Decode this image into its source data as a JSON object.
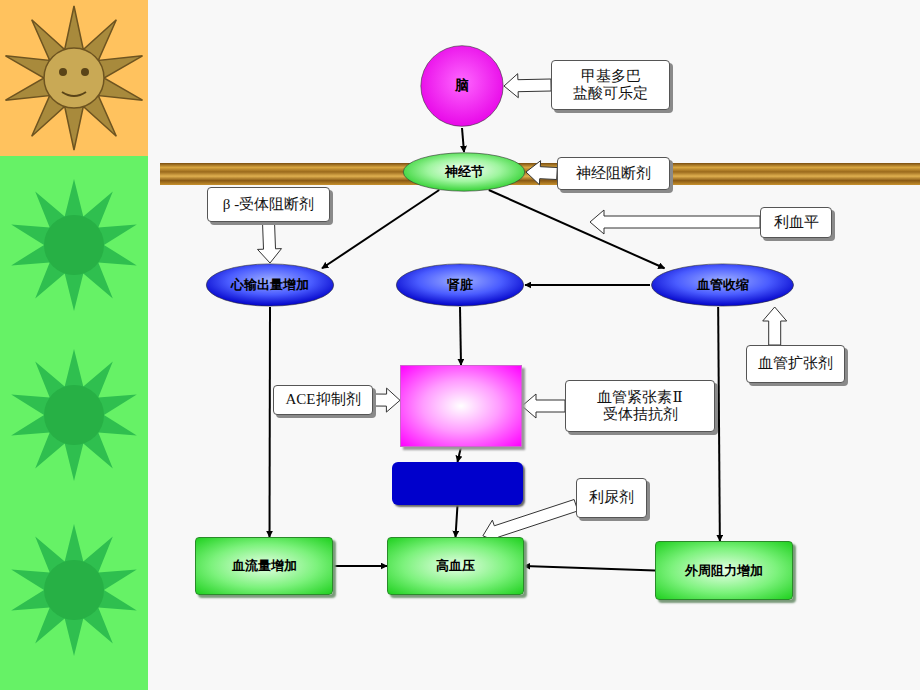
{
  "diagram": {
    "nodes": [
      {
        "text": [
          "脑"
        ]
      },
      {
        "text": [
          "甲基多巴 盐酸可乐定"
        ]
      },
      {
        "text": [
          "神经节"
        ]
      },
      {
        "text": [
          "神经阻断剂"
        ]
      },
      {
        "text": [
          "β -受体阻断剂"
        ]
      },
      {
        "text": [
          "利血平"
        ]
      },
      {
        "text": [
          "心输出量增加"
        ]
      },
      {
        "text": [
          "肾脏"
        ]
      },
      {
        "text": [
          "血管收缩"
        ]
      },
      {
        "text": [
          "血管扩张剂"
        ]
      },
      {
        "text": [
          "ACE抑制剂"
        ]
      },
      {
        "text": []
      },
      {
        "text": [
          "血管紧张素Ⅱ 受体拮抗剂"
        ]
      },
      {
        "text": []
      },
      {
        "text": [
          "利尿剂"
        ]
      },
      {
        "text": [
          "血流量增加"
        ]
      },
      {
        "text": [
          "高血压"
        ]
      },
      {
        "text": [
          "外周阻力增加"
        ]
      }
    ],
    "edges": [
      {
        "from": 1,
        "to": 0,
        "arrow": "to"
      },
      {
        "from": 0,
        "to": 2,
        "arrow": "to"
      },
      {
        "from": 3,
        "to": 2,
        "arrow": "to"
      },
      {
        "from": 2,
        "to": 6,
        "arrow": "to"
      },
      {
        "from": 2,
        "to": 8,
        "arrow": "to"
      },
      {
        "from": 4,
        "to": 6,
        "arrow": "to"
      },
      {
        "from": 8,
        "to": 7,
        "arrow": "to"
      },
      {
        "from": 9,
        "to": 8,
        "arrow": "to"
      },
      {
        "from": 6,
        "to": 15,
        "arrow": "to"
      },
      {
        "from": 7,
        "to": 11,
        "arrow": "to"
      },
      {
        "from": 10,
        "to": 11,
        "arrow": "to"
      },
      {
        "from": 12,
        "to": 11,
        "arrow": "to"
      },
      {
        "from": 11,
        "to": 13,
        "arrow": "to"
      },
      {
        "from": 13,
        "to": 16,
        "arrow": "to"
      },
      {
        "from": 14,
        "to": 16,
        "arrow": "to"
      },
      {
        "from": 15,
        "to": 16,
        "arrow": "to"
      },
      {
        "from": 8,
        "to": 17,
        "arrow": "to"
      },
      {
        "from": 17,
        "to": 16,
        "arrow": "to"
      }
    ]
  }
}
